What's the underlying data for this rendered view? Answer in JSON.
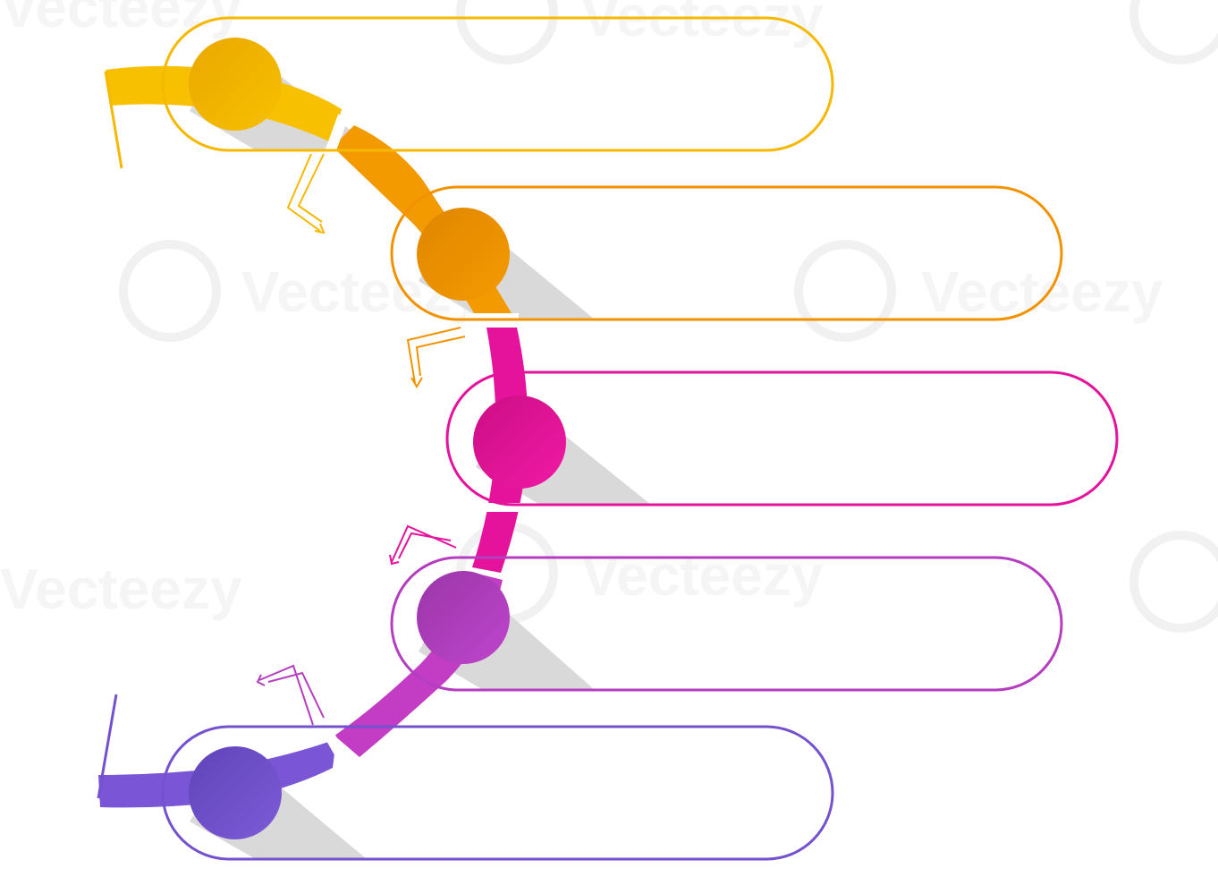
{
  "diagram": {
    "type": "curved-step-infographic",
    "step_count": 5,
    "steps": [
      {
        "id": 1,
        "color": "#F6B800",
        "label": ""
      },
      {
        "id": 2,
        "color": "#F39200",
        "label": ""
      },
      {
        "id": 3,
        "color": "#E5139B",
        "label": ""
      },
      {
        "id": 4,
        "color": "#B43DC0",
        "label": ""
      },
      {
        "id": 5,
        "color": "#7452CF",
        "label": ""
      }
    ],
    "shadow_color": "#D9D9D9"
  },
  "watermark": {
    "text": "Vecteezy",
    "color": "#E9E9E9"
  }
}
